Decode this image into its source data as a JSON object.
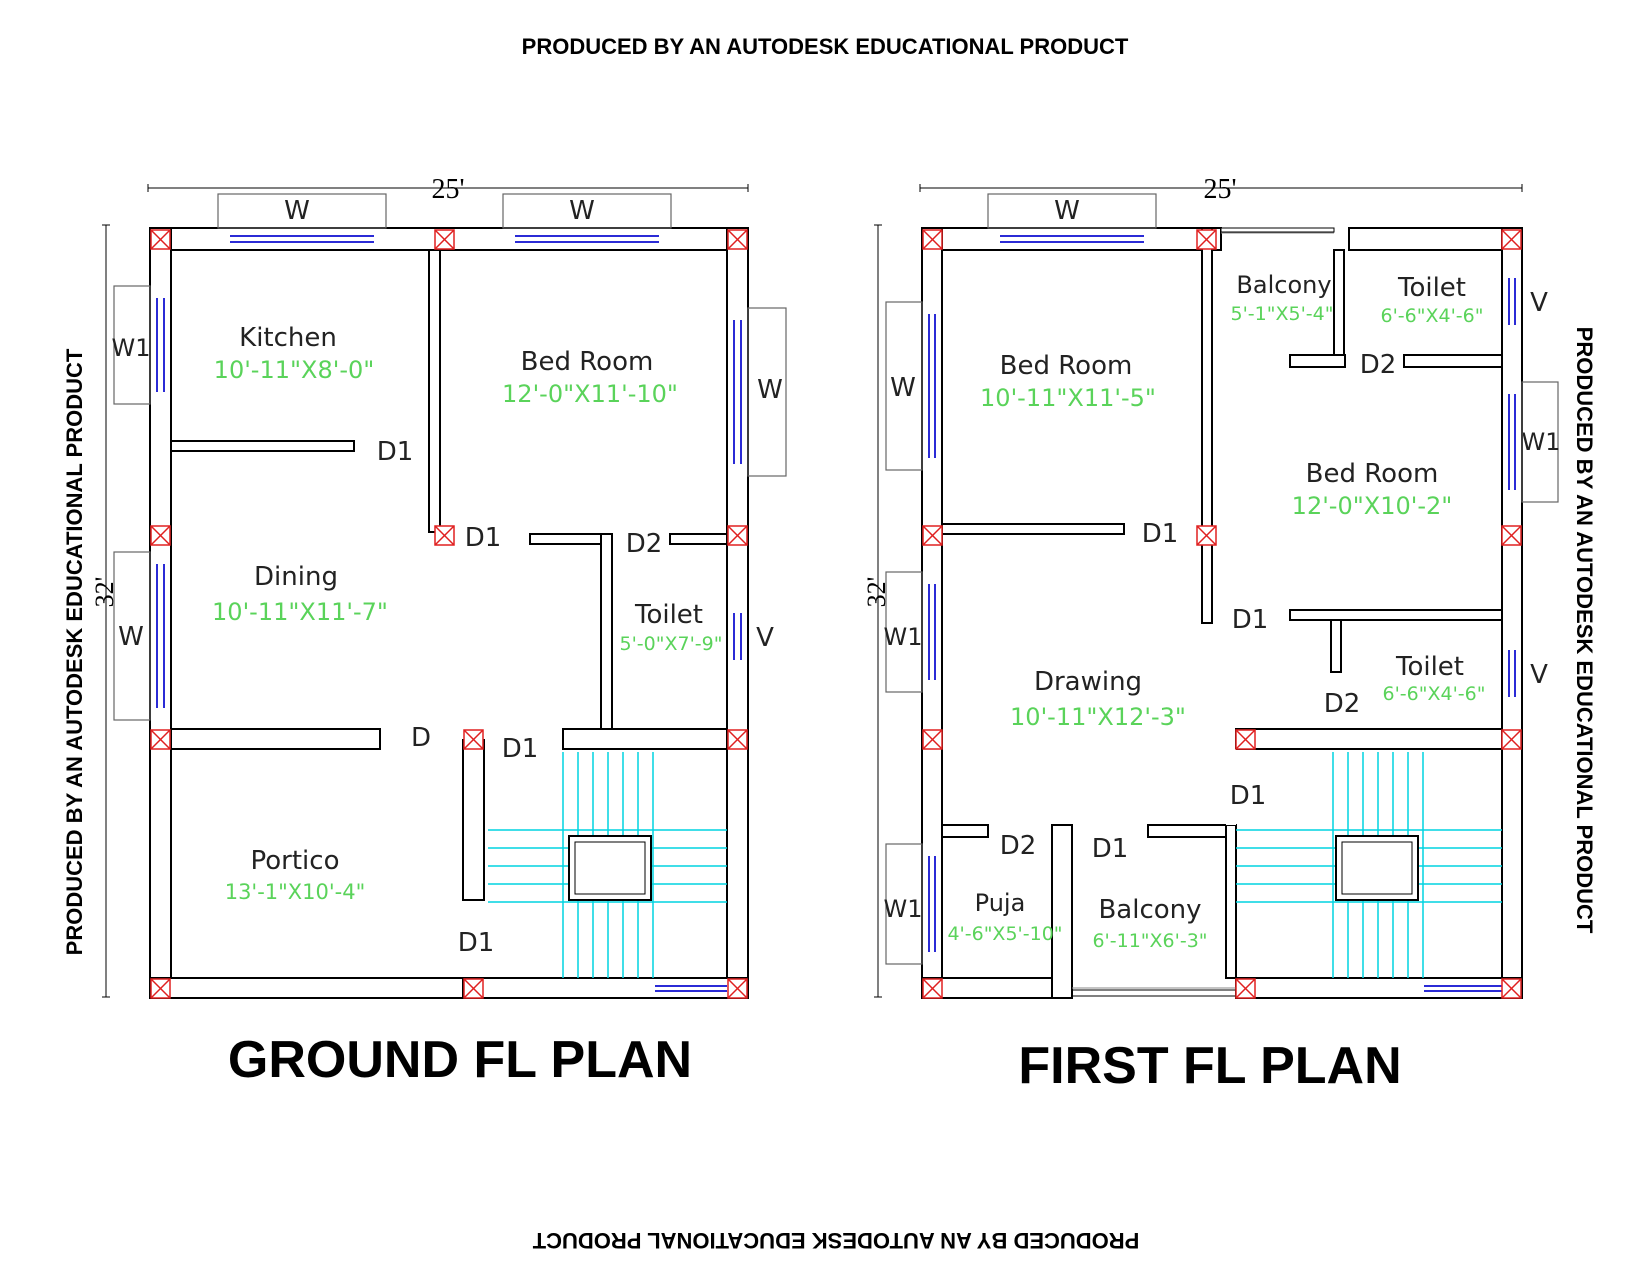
{
  "watermarks": {
    "top": "PRODUCED BY AN AUTODESK EDUCATIONAL PRODUCT",
    "left": "PRODUCED BY AN AUTODESK EDUCATIONAL PRODUCT",
    "right": "PRODUCED BY AN AUTODESK EDUCATIONAL PRODUCT",
    "bottom": "PRODUCED BY AN AUTODESK EDUCATIONAL PRODUCT"
  },
  "ground": {
    "title": "GROUND FL PLAN",
    "width_dim": "25'",
    "height_dim": "32'",
    "kitchen": {
      "name": "Kitchen",
      "size": "10'-11\"X8'-0\""
    },
    "bedroom": {
      "name": "Bed Room",
      "size": "12'-0\"X11'-10\""
    },
    "dining": {
      "name": "Dining",
      "size": "10'-11\"X11'-7\""
    },
    "toilet": {
      "name": "Toilet",
      "size": "5'-0\"X7'-9\""
    },
    "portico": {
      "name": "Portico",
      "size": "13'-1\"X10'-4\""
    },
    "labels": {
      "w_top1": "W",
      "w_top2": "W",
      "w1_left": "W1",
      "w_left": "W",
      "w_right": "W",
      "v": "V",
      "d1_a": "D1",
      "d1_b": "D1",
      "d2": "D2",
      "d": "D",
      "d1_c": "D1",
      "d1_d": "D1"
    }
  },
  "first": {
    "title": "FIRST FL PLAN",
    "width_dim": "25'",
    "height_dim": "32'",
    "bedroom1": {
      "name": "Bed Room",
      "size": "10'-11\"X11'-5\""
    },
    "balcony1": {
      "name": "Balcony",
      "size": "5'-1\"X5'-4\""
    },
    "toilet1": {
      "name": "Toilet",
      "size": "6'-6\"X4'-6\""
    },
    "bedroom2": {
      "name": "Bed Room",
      "size": "12'-0\"X10'-2\""
    },
    "toilet2": {
      "name": "Toilet",
      "size": "6'-6\"X4'-6\""
    },
    "drawing": {
      "name": "Drawing",
      "size": "10'-11\"X12'-3\""
    },
    "puja": {
      "name": "Puja",
      "size": "4'-6\"X5'-10\""
    },
    "balcony2": {
      "name": "Balcony",
      "size": "6'-11\"X6'-3\""
    },
    "labels": {
      "w_top": "W",
      "w_left": "W",
      "w1_left": "W1",
      "w1_left2": "W1",
      "w1_right": "W1",
      "v1": "V",
      "v2": "V",
      "d2_a": "D2",
      "d2_b": "D2",
      "d2_c": "D2",
      "d1_a": "D1",
      "d1_b": "D1",
      "d1_c": "D1",
      "d1_d": "D1"
    }
  }
}
